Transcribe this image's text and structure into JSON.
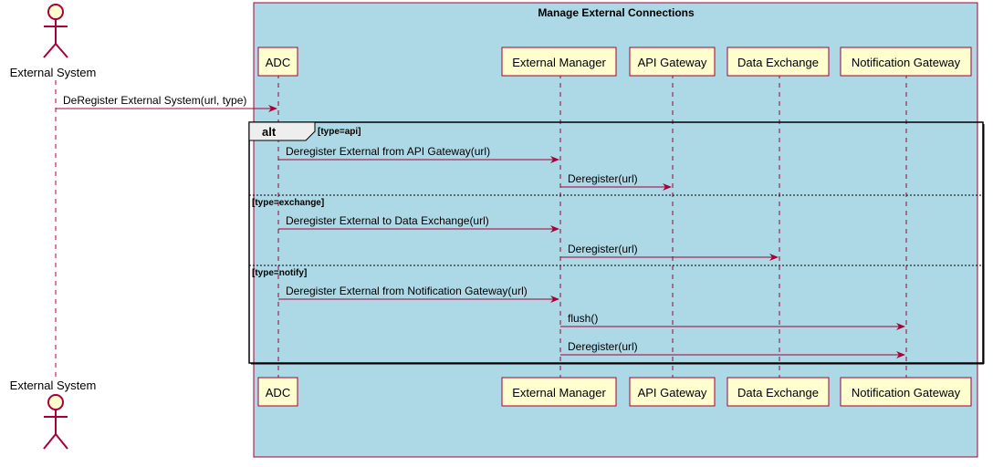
{
  "box": {
    "title": "Manage External Connections",
    "fill": "#ADD8E6",
    "border": "#A80036"
  },
  "colors": {
    "arrow": "#A80036",
    "participant_fill": "#FEFECE",
    "participant_border": "#A80036",
    "lifeline": "#A80036",
    "fragment_border": "#000000",
    "fragment_label_fill": "#EEEEEE"
  },
  "actor": {
    "name": "External System",
    "icon": "stick-figure-actor-icon"
  },
  "participants": [
    {
      "id": "adc",
      "label": "ADC"
    },
    {
      "id": "external-manager",
      "label": "External Manager"
    },
    {
      "id": "api-gateway",
      "label": "API Gateway"
    },
    {
      "id": "data-exchange",
      "label": "Data Exchange"
    },
    {
      "id": "notification-gateway",
      "label": "Notification Gateway"
    }
  ],
  "messages": [
    {
      "from": "actor",
      "to": "adc",
      "label": "DeRegister External System(url, type)"
    },
    {
      "from": "adc",
      "to": "external-manager",
      "label": "Deregister External from API Gateway(url)"
    },
    {
      "from": "external-manager",
      "to": "api-gateway",
      "label": "Deregister(url)"
    },
    {
      "from": "adc",
      "to": "external-manager",
      "label": "Deregister External to Data Exchange(url)"
    },
    {
      "from": "external-manager",
      "to": "data-exchange",
      "label": "Deregister(url)"
    },
    {
      "from": "adc",
      "to": "external-manager",
      "label": "Deregister External from Notification Gateway(url)"
    },
    {
      "from": "external-manager",
      "to": "notification-gateway",
      "label": "flush()"
    },
    {
      "from": "external-manager",
      "to": "notification-gateway",
      "label": "Deregister(url)"
    }
  ],
  "fragment": {
    "keyword": "alt",
    "guards": [
      "[type=api]",
      "[type=exchange]",
      "[type=notify]"
    ]
  }
}
